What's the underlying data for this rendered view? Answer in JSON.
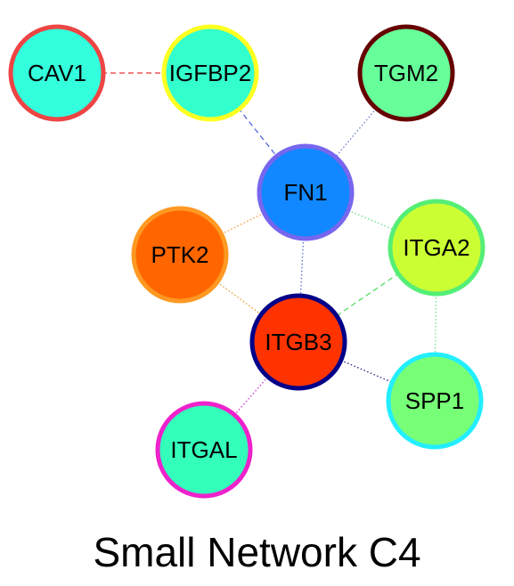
{
  "caption": "Small Network C4",
  "nodes": [
    {
      "id": "CAV1",
      "label": "CAV1",
      "fill": "#33ffdd",
      "stroke": "#ee4444"
    },
    {
      "id": "IGFBP2",
      "label": "IGFBP2",
      "fill": "#33ffcc",
      "stroke": "#ffff22"
    },
    {
      "id": "TGM2",
      "label": "TGM2",
      "fill": "#66ff99",
      "stroke": "#660000"
    },
    {
      "id": "FN1",
      "label": "FN1",
      "fill": "#1188ff",
      "stroke": "#7766ee"
    },
    {
      "id": "PTK2",
      "label": "PTK2",
      "fill": "#ff6600",
      "stroke": "#ff9922"
    },
    {
      "id": "ITGA2",
      "label": "ITGA2",
      "fill": "#ccff33",
      "stroke": "#55ee77"
    },
    {
      "id": "ITGB3",
      "label": "ITGB3",
      "fill": "#ff3300",
      "stroke": "#000088"
    },
    {
      "id": "SPP1",
      "label": "SPP1",
      "fill": "#77ff77",
      "stroke": "#22eeff"
    },
    {
      "id": "ITGAL",
      "label": "ITGAL",
      "fill": "#33ffbb",
      "stroke": "#ee22cc"
    }
  ],
  "edges": [
    {
      "source": "CAV1",
      "target": "IGFBP2",
      "color": "#ee3333",
      "style": "dashed"
    },
    {
      "source": "IGFBP2",
      "target": "FN1",
      "color": "#5566dd",
      "style": "dashed"
    },
    {
      "source": "TGM2",
      "target": "FN1",
      "color": "#6677cc",
      "style": "dotted"
    },
    {
      "source": "FN1",
      "target": "PTK2",
      "color": "#ee9933",
      "style": "dotted"
    },
    {
      "source": "FN1",
      "target": "ITGA2",
      "color": "#66dd88",
      "style": "dotted"
    },
    {
      "source": "FN1",
      "target": "ITGB3",
      "color": "#5566cc",
      "style": "dotted"
    },
    {
      "source": "PTK2",
      "target": "ITGB3",
      "color": "#ee9933",
      "style": "dotted"
    },
    {
      "source": "ITGA2",
      "target": "ITGB3",
      "color": "#55dd66",
      "style": "dashed"
    },
    {
      "source": "ITGA2",
      "target": "SPP1",
      "color": "#77dd99",
      "style": "dotted"
    },
    {
      "source": "ITGB3",
      "target": "SPP1",
      "color": "#222288",
      "style": "dotted"
    },
    {
      "source": "ITGB3",
      "target": "ITGAL",
      "color": "#cc33cc",
      "style": "dotted"
    }
  ]
}
